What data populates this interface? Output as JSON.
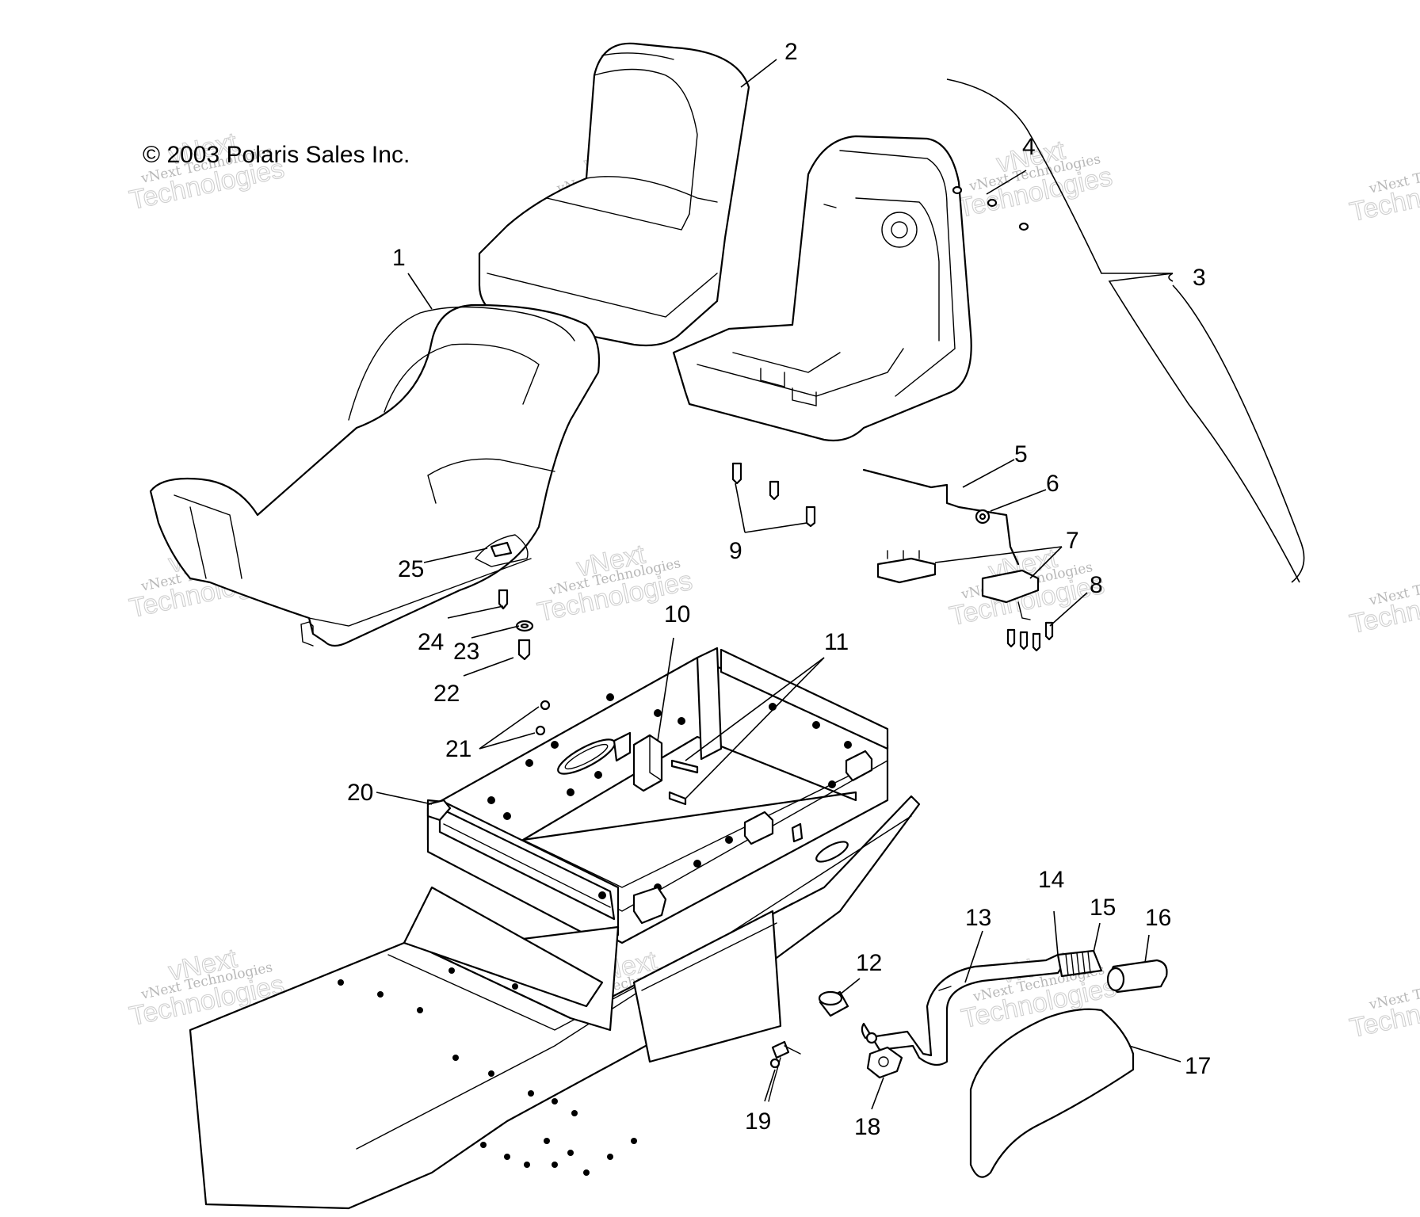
{
  "copyright": "© 2003 Polaris Sales Inc.",
  "watermark": {
    "line1": "vNext Technologies",
    "line2": "Technologies",
    "line3": "vNext"
  },
  "callouts": [
    "1",
    "2",
    "3",
    "4",
    "5",
    "6",
    "7",
    "8",
    "9",
    "10",
    "11",
    "12",
    "13",
    "14",
    "15",
    "16",
    "17",
    "18",
    "19",
    "20",
    "21",
    "22",
    "23",
    "24",
    "25"
  ]
}
